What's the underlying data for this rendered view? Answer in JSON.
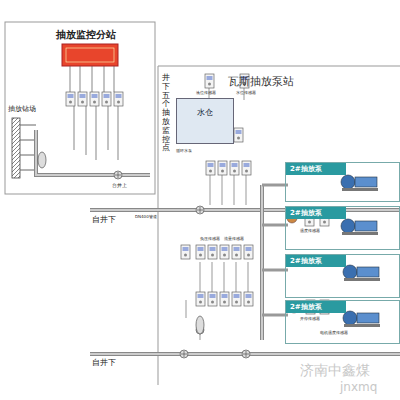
{
  "diagram": {
    "nodes": [
      {
        "text": [
          "抽放监控分站"
        ]
      },
      {
        "text": [
          "水仓"
        ]
      },
      {
        "text": [
          "瓦斯抽放泵站"
        ]
      },
      {
        "text": [
          "2#抽放泵"
        ],
        "in": 2
      },
      {
        "text": [
          "2#抽放泵"
        ],
        "in": 2
      },
      {
        "text": [
          "2#抽放泵"
        ],
        "in": 2
      },
      {
        "text": [
          "2#抽放泵"
        ],
        "in": 2
      }
    ],
    "labels": [
      "抽放钻场",
      "台井上",
      "井下五个抽放监控点",
      "自井下",
      "自井下",
      "DN400管道",
      "液位传感器",
      "水位传感器",
      "循环水泵",
      "负压传感器",
      "流量传感器",
      "温度传感器",
      "开停传感器",
      "电机温度传感器",
      "济南中鑫煤",
      "jnxmq"
    ]
  }
}
